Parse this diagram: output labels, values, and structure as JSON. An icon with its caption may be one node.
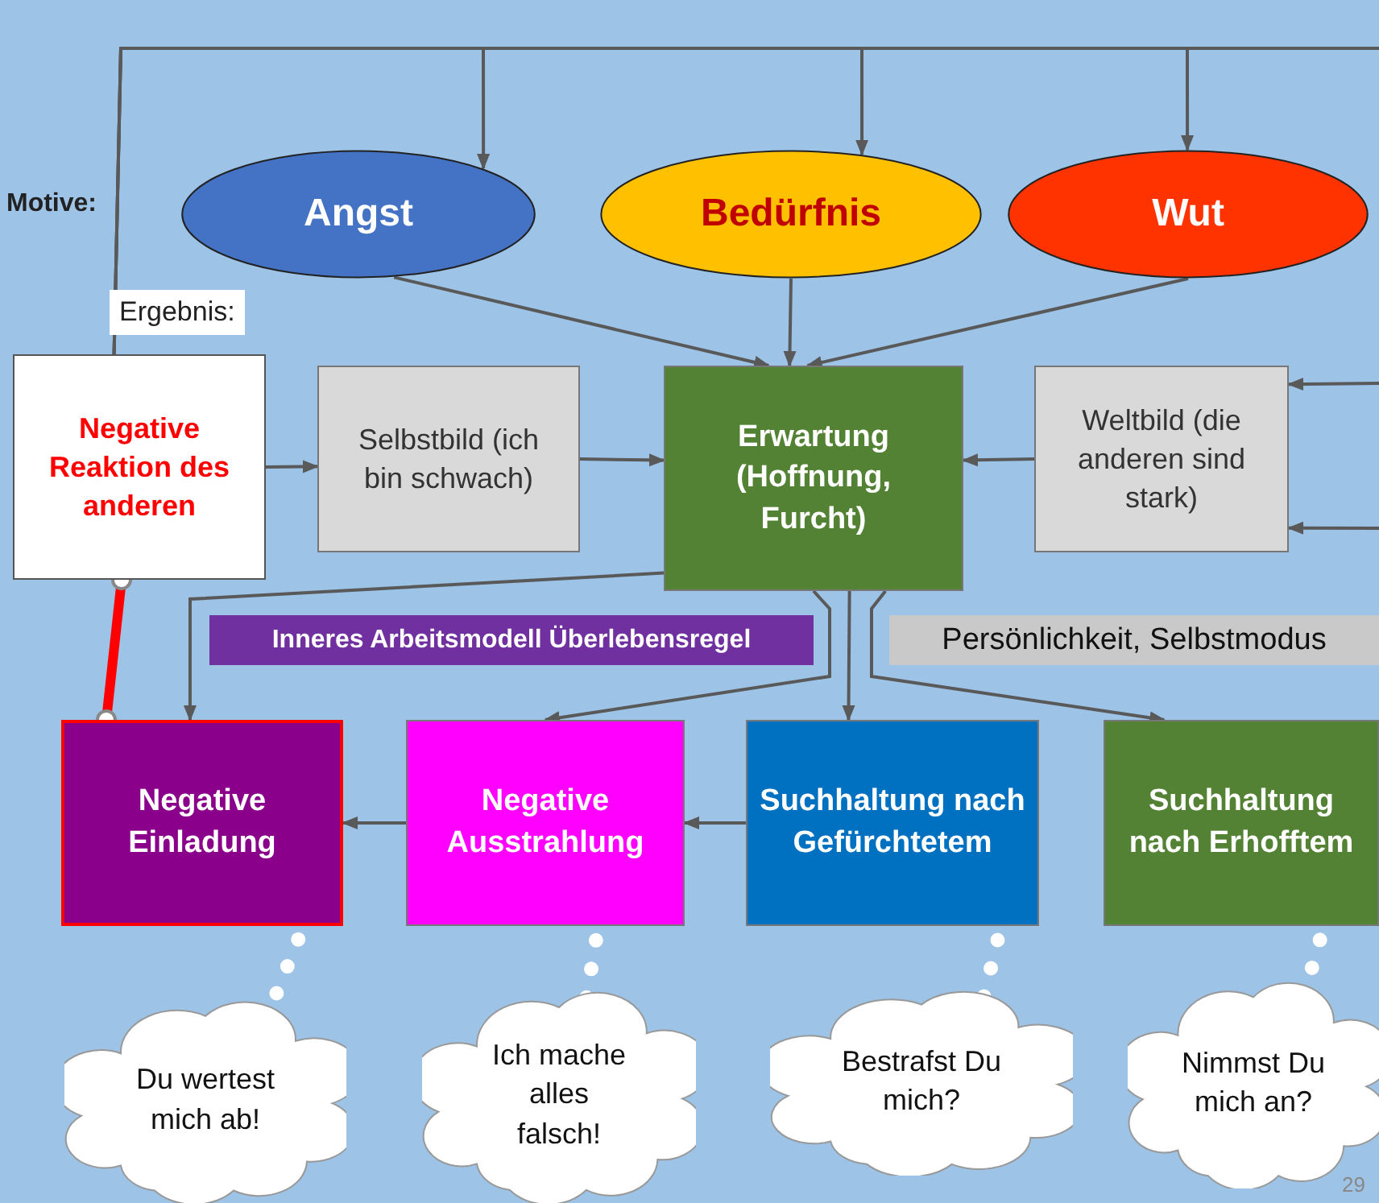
{
  "diagram": {
    "nodes": [
      {
        "text": [
          "Angst"
        ]
      },
      {
        "text": [
          "Bedürfnis"
        ]
      },
      {
        "text": [
          "Wut"
        ]
      },
      {
        "text": [
          "Negative Reaktion des anderen"
        ]
      },
      {
        "text": [
          "Selbstbild (ich bin schwach)"
        ]
      },
      {
        "text": [
          "Erwartung (Hoffnung, Furcht)"
        ]
      },
      {
        "text": [
          "Weltbild (die anderen sind stark)"
        ]
      },
      {
        "text": [
          "Inneres Arbeitsmodell Überlebensregel"
        ]
      },
      {
        "text": [
          "Persönlichkeit, Selbstmodus"
        ]
      },
      {
        "text": [
          "Negative Einladung"
        ]
      },
      {
        "text": [
          "Negative Ausstrahlung"
        ]
      },
      {
        "text": [
          "Suchhaltung nach Gefürchtetem"
        ]
      },
      {
        "text": [
          "Suchhaltung nach Erhofftem"
        ]
      },
      {
        "text": [
          "Du wertest mich ab!"
        ]
      },
      {
        "text": [
          "Ich mache alles falsch!"
        ]
      },
      {
        "text": [
          "Bestrafst Du mich?"
        ]
      },
      {
        "text": [
          "Nimmst Du mich an?"
        ]
      }
    ],
    "edges": [
      {
        "from": 3,
        "to": 0,
        "arrow": "to"
      },
      {
        "from": 3,
        "to": 1,
        "arrow": "to"
      },
      {
        "from": 3,
        "to": 2,
        "arrow": "to"
      },
      {
        "from": 0,
        "to": 5,
        "arrow": "to"
      },
      {
        "from": 1,
        "to": 5,
        "arrow": "to"
      },
      {
        "from": 2,
        "to": 5,
        "arrow": "to"
      },
      {
        "from": 3,
        "to": 4,
        "arrow": "to"
      },
      {
        "from": 4,
        "to": 5,
        "arrow": "to"
      },
      {
        "from": 6,
        "to": 5,
        "arrow": "to"
      },
      {
        "from": null,
        "to": 6,
        "arrow": "to"
      },
      {
        "from": null,
        "to": 6,
        "arrow": "to"
      },
      {
        "from": 5,
        "to": 9,
        "arrow": "to"
      },
      {
        "from": 5,
        "to": 10,
        "arrow": "to"
      },
      {
        "from": 5,
        "to": 11,
        "arrow": "to"
      },
      {
        "from": 5,
        "to": 12,
        "arrow": "to"
      },
      {
        "from": 11,
        "to": 10,
        "arrow": "to"
      },
      {
        "from": 10,
        "to": 9,
        "arrow": "to"
      },
      {
        "from": 9,
        "to": 3,
        "arrow": "other",
        "style": "thick",
        "color": "#ff0000"
      },
      {
        "from": 9,
        "to": 13,
        "arrow": "none",
        "style": "dashed",
        "color": "#ffffff"
      },
      {
        "from": 10,
        "to": 14,
        "arrow": "none",
        "style": "dashed",
        "color": "#ffffff"
      },
      {
        "from": 11,
        "to": 15,
        "arrow": "none",
        "style": "dashed",
        "color": "#ffffff"
      },
      {
        "from": 12,
        "to": 16,
        "arrow": "none",
        "style": "dashed",
        "color": "#ffffff"
      }
    ],
    "labels": [
      "Motive:",
      "Ergebnis:",
      "29"
    ]
  }
}
